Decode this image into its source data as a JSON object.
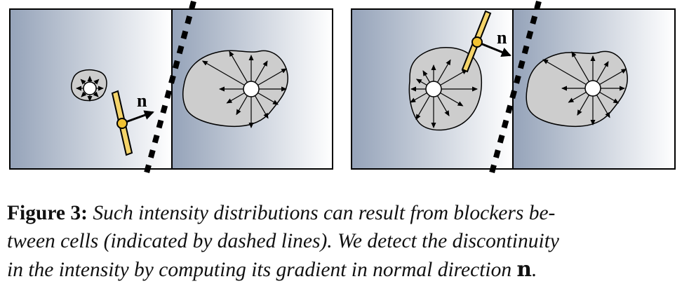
{
  "figure": {
    "normal_label": "n",
    "colors": {
      "gradient_dark": "#95a3b9",
      "gradient_light": "#ffffff",
      "cell_fill": "#cdcdcd",
      "blocker_fill": "#f4d46a",
      "blocker_dot": "#f1c232",
      "frame": "#000000"
    }
  },
  "caption": {
    "label": "Figure 3:",
    "line1": " Such intensity distributions can result from blockers be-",
    "line2": "tween cells (indicated by dashed lines). We detect the discontinuity",
    "line3": "in the intensity by computing its gradient in normal direction ",
    "symbol": "n",
    "end": "."
  }
}
